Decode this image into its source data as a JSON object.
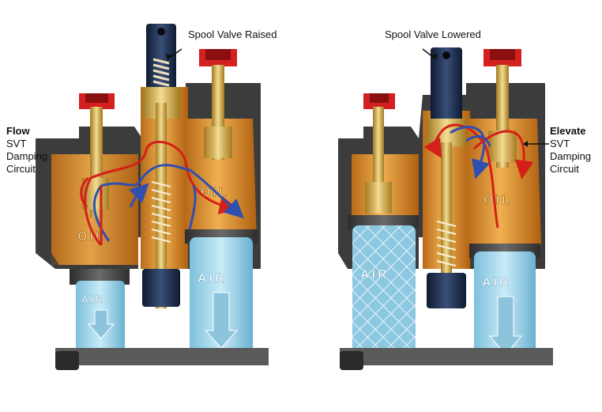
{
  "labels": {
    "spool_raised": "Spool Valve Raised",
    "spool_lowered": "Spool Valve Lowered",
    "left_circuit": {
      "title": "Flow",
      "line1": "SVT",
      "line2": "Damping",
      "line3": "Circuit"
    },
    "right_circuit": {
      "title": "Elevate",
      "line1": "SVT",
      "line2": "Damping",
      "line3": "Circuit"
    }
  },
  "chamber_text": {
    "oil": "OIL",
    "air": "AIR"
  },
  "colors": {
    "oil": "#e8a040",
    "housing": "#4a4a4a",
    "cap": "#d42020",
    "air": "#a8d8ec",
    "spool": "#1a2840",
    "flow_red": "#d42018",
    "flow_blue": "#3050b0"
  },
  "icons": [
    "arrow-down-icon"
  ]
}
